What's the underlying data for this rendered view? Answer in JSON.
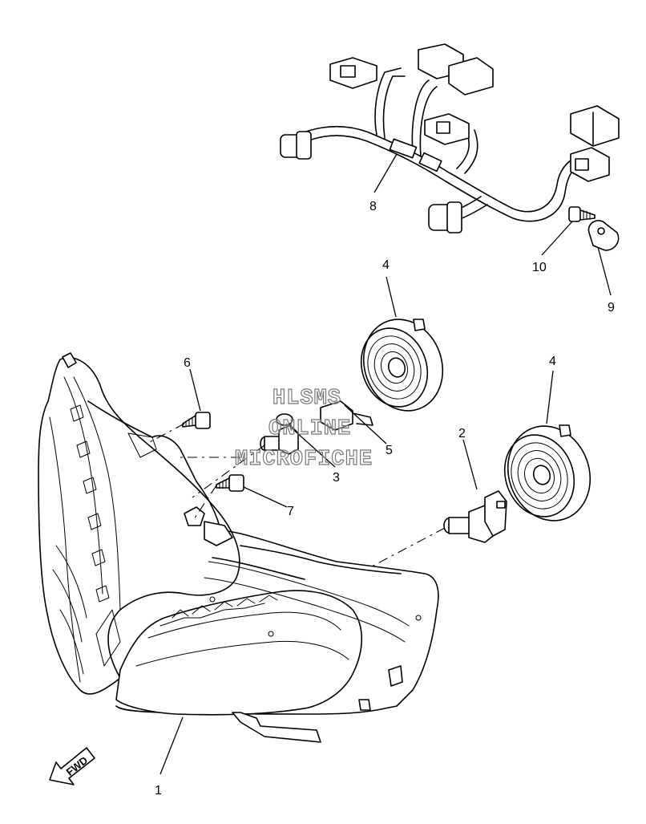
{
  "callouts": {
    "p1": "1",
    "p2": "2",
    "p3": "3",
    "p4a": "4",
    "p4b": "4",
    "p5": "5",
    "p6": "6",
    "p7": "7",
    "p8": "8",
    "p9": "9",
    "p10": "10"
  },
  "watermark": {
    "line1": "HLSMS",
    "line2": "ONLINE",
    "line3": "MICROFICHE"
  },
  "fwd_label": "FWD"
}
